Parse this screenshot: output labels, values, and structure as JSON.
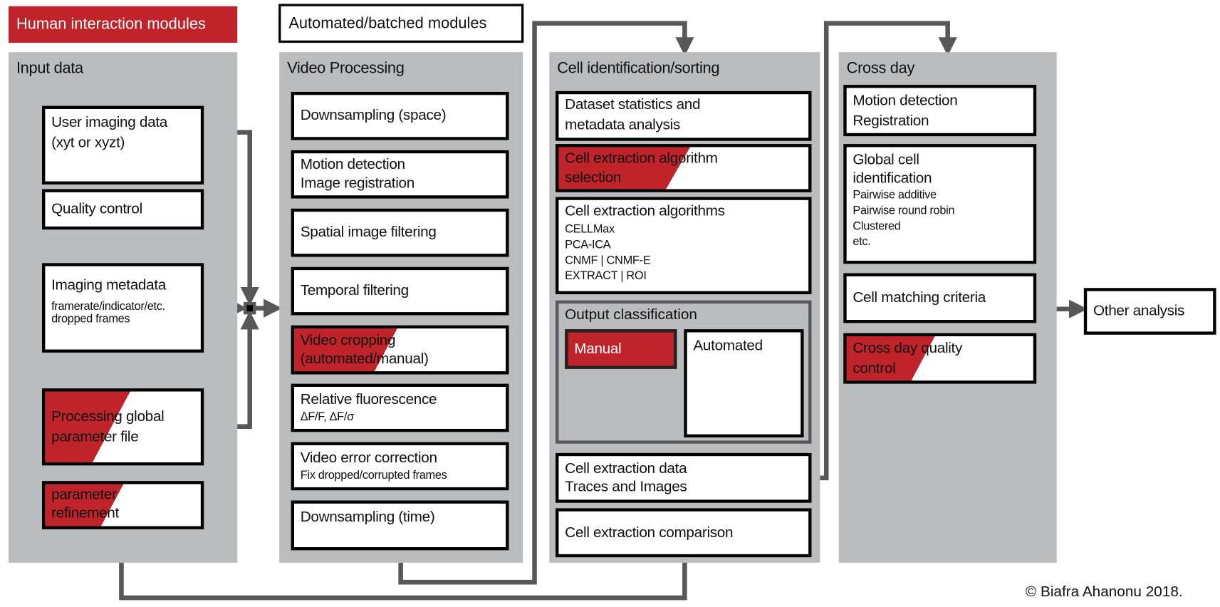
{
  "legend": {
    "human": "Human interaction modules",
    "automated": "Automated/batched modules"
  },
  "colors": {
    "human_red": "#c0232a",
    "panel_gray": "#bbbcbe",
    "arrow_gray": "#58585a"
  },
  "input": {
    "title": "Input data",
    "user_imaging": [
      "User imaging data",
      "(xyt or xyzt)"
    ],
    "quality_control": "Quality control",
    "metadata": {
      "title": "Imaging metadata",
      "sub1": "framerate/indicator/etc.",
      "sub2": "dropped frames"
    },
    "global_param": [
      "Processing global",
      "parameter file"
    ],
    "param_refine": [
      "parameter",
      "refinement"
    ]
  },
  "video": {
    "title": "Video Processing",
    "downsample_space": "Downsampling  (space)",
    "motion": [
      "Motion detection",
      "Image  registration"
    ],
    "spatial": "Spatial image  filtering",
    "temporal": "Temporal filtering",
    "cropping": [
      "Video cropping",
      "(automated/manual)"
    ],
    "relative": {
      "title": "Relative fluorescence",
      "sub": "ΔF/F, ΔF/σ"
    },
    "error": {
      "title": "Video error correction",
      "sub": "Fix dropped/corrupted frames"
    },
    "downsample_time": "Downsampling  (time)"
  },
  "cell": {
    "title": "Cell identification/sorting",
    "dataset": [
      "Dataset statistics and",
      "metadata analysis"
    ],
    "algo_select": [
      "Cell extraction algorithm",
      "selection"
    ],
    "algos": {
      "title": "Cell extraction algorithms",
      "items": [
        "CELLMax",
        "PCA-ICA",
        "CNMF | CNMF-E",
        "EXTRACT | ROI"
      ]
    },
    "output": {
      "title": "Output classification",
      "manual": "Manual",
      "automated": "Automated"
    },
    "data": [
      "Cell extraction data",
      "Traces and Images"
    ],
    "comparison": "Cell extraction comparison"
  },
  "cross": {
    "title": "Cross day",
    "motion": [
      "Motion detection",
      "Registration"
    ],
    "global": {
      "title1": "Global cell",
      "title2": "identification",
      "items": [
        "Pairwise additive",
        "Pairwise round robin",
        "Clustered",
        "etc."
      ]
    },
    "matching": "Cell matching criteria",
    "qc": [
      "Cross day quality",
      "control"
    ]
  },
  "other": "Other analysis",
  "copyright": "© Biafra Ahanonu 2018."
}
